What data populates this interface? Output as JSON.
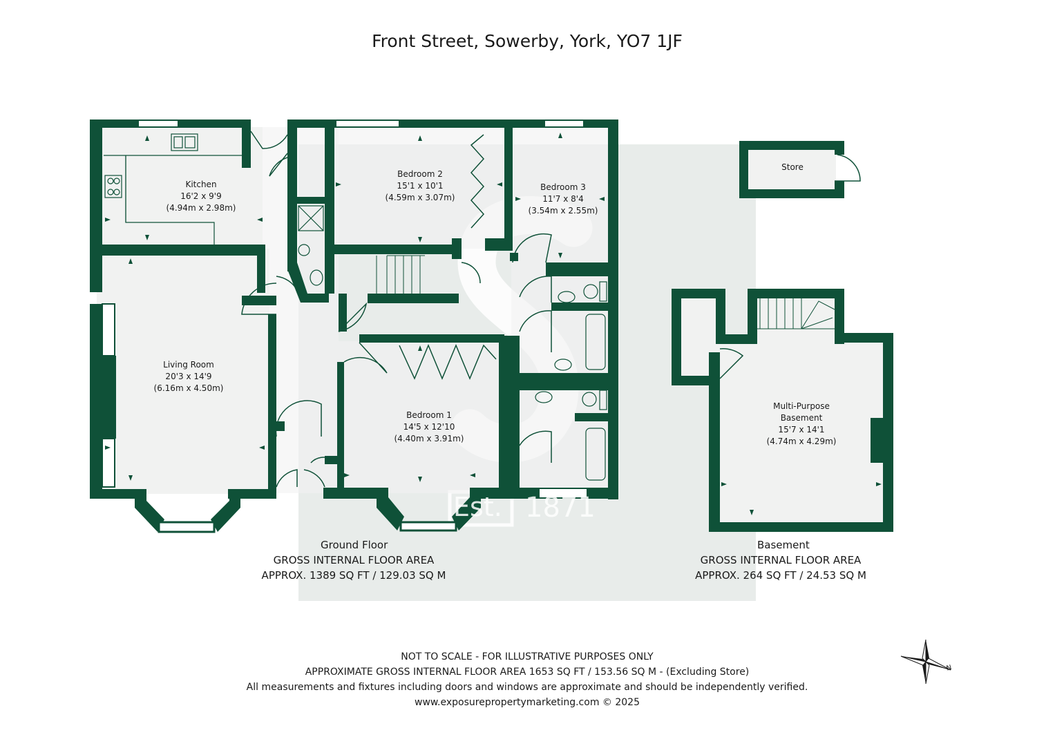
{
  "title": "Front Street, Sowerby, York, YO7 1JF",
  "colors": {
    "wall": "#0f5138",
    "floor": "#f1f2f1",
    "watermark": "#ced8d4",
    "text": "#1a1a1a"
  },
  "watermark": {
    "letter": "S",
    "est": "Est.",
    "year": "1871"
  },
  "rooms": {
    "kitchen": {
      "name": "Kitchen",
      "imperial": "16'2 x 9'9",
      "metric": "(4.94m x 2.98m)"
    },
    "bedroom2": {
      "name": "Bedroom 2",
      "imperial": "15'1 x 10'1",
      "metric": "(4.59m x 3.07m)"
    },
    "bedroom3": {
      "name": "Bedroom 3",
      "imperial": "11'7 x 8'4",
      "metric": "(3.54m x 2.55m)"
    },
    "store": {
      "name": "Store"
    },
    "living": {
      "name": "Living Room",
      "imperial": "20'3 x 14'9",
      "metric": "(6.16m x 4.50m)"
    },
    "bedroom1": {
      "name": "Bedroom 1",
      "imperial": "14'5 x 12'10",
      "metric": "(4.40m x 3.91m)"
    },
    "basement": {
      "name1": "Multi-Purpose",
      "name2": "Basement",
      "imperial": "15'7 x 14'1",
      "metric": "(4.74m x 4.29m)"
    }
  },
  "floors": {
    "ground": {
      "name": "Ground Floor",
      "label": "GROSS INTERNAL FLOOR AREA",
      "area": "APPROX. 1389 SQ FT / 129.03 SQ M"
    },
    "basement": {
      "name": "Basement",
      "label": "GROSS INTERNAL FLOOR AREA",
      "area": "APPROX. 264 SQ FT / 24.53 SQ M"
    }
  },
  "footer": {
    "line1": "NOT TO SCALE - FOR ILLUSTRATIVE PURPOSES ONLY",
    "line2": "APPROXIMATE GROSS INTERNAL FLOOR AREA 1653 SQ FT / 153.56 SQ M - (Excluding Store)",
    "line3": "All measurements and fixtures including doors and windows are approximate and should be independently verified.",
    "line4": "www.exposurepropertymarketing.com © 2025"
  },
  "compass": {
    "label": "N",
    "icon": "compass-rose-icon"
  }
}
